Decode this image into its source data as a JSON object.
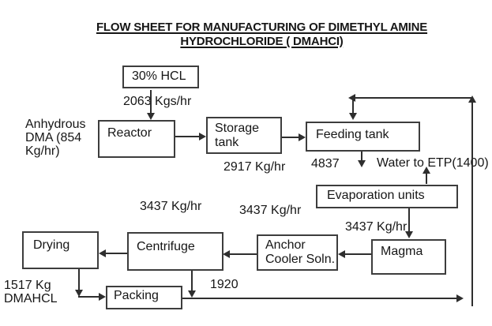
{
  "diagram": {
    "title_line1": "FLOW SHEET FOR MANUFACTURING OF DIMETHYL AMINE",
    "title_line2": "HYDROCHLORIDE ( DMAHCI)",
    "boxes": {
      "hcl": "30% HCL",
      "reactor": "Reactor",
      "storage": "Storage tank",
      "feeding": "Feeding tank",
      "evaporation": "Evaporation units",
      "magma": "Magma",
      "anchor": "Anchor Cooler Soln.",
      "centrifuge": "Centrifuge",
      "drying": "Drying",
      "packing": "Packing"
    },
    "labels": {
      "anhydrous_dma": "Anhydrous DMA (854 Kg/hr)",
      "hcl_feed_rate": "2063 Kgs/hr",
      "storage_out_rate": "2917 Kg/hr",
      "feeding_rate": "4837",
      "water_to_etp": "Water to ETP(1400)",
      "rate_3437_left": "3437 Kg/hr",
      "rate_3437_mid": "3437 Kg/hr",
      "rate_3437_right": "3437 Kg/hr",
      "centrifuge_out_rate": "1920",
      "product_out": "1517 Kg DMAHCL"
    },
    "colors": {
      "line": "#2e2e2e",
      "border": "#3d3d3d",
      "text": "#161616",
      "background": "#ffffff"
    }
  }
}
